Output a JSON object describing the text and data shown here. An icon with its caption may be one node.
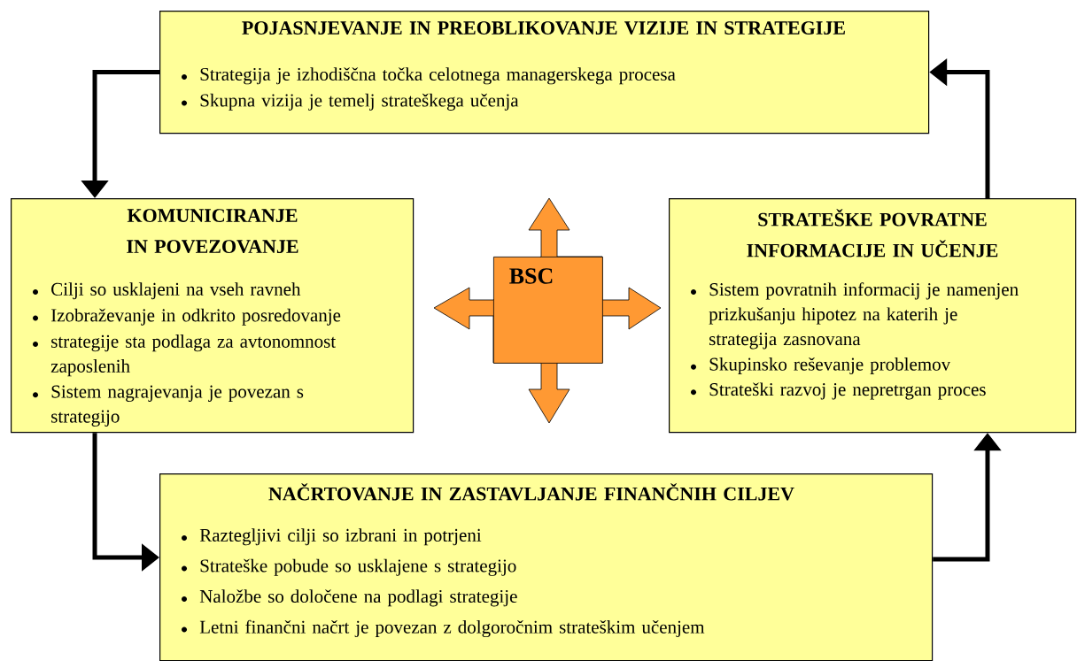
{
  "diagram": {
    "nodes": [
      {
        "text": [
          "POJASNJEVANJE IN PREOBLIKOVANJE VIZIJE IN STRATEGIJE",
          "Strategija je izhodiščna točka celotnega managerskega procesa",
          "Skupna vizija je temelj strateškega učenja"
        ]
      },
      {
        "text": [
          "KOMUNICIRANJE IN POVEZOVANJE",
          "Cilji so usklajeni na vseh ravneh",
          "Izobraževanje in odkrito posredovanje",
          "strategije sta podlaga za avtonomnost zaposlenih",
          "Sistem nagrajevanja je povezan s strategijo"
        ]
      },
      {
        "text": [
          "BSC"
        ]
      },
      {
        "text": [
          "STRATEŠKE POVRATNE INFORMACIJE IN UČENJE",
          "Sistem povratnih informacij je namenjen prizkušanju hipotez na katerih je strategija zasnovana",
          "Skupinsko reševanje problemov",
          "Strateški razvoj je nepretrgan proces"
        ]
      },
      {
        "text": [
          "NAČRTOVANJE IN ZASTAVLJANJE FINANČNIH CILJEV",
          "Raztegljivi cilji so izbrani in potrjeni",
          "Strateške pobude so usklajene s strategijo",
          "Naložbe so določene na podlagi strategije",
          "Letni finančni načrt je povezan z dolgoročnim strateškim učenjem"
        ]
      }
    ],
    "edges": [
      {
        "from": 0,
        "to": 1,
        "arrow": "to"
      },
      {
        "from": 1,
        "to": 4,
        "arrow": "to"
      },
      {
        "from": 4,
        "to": 3,
        "arrow": "to"
      },
      {
        "from": 3,
        "to": 0,
        "arrow": "to"
      }
    ]
  }
}
